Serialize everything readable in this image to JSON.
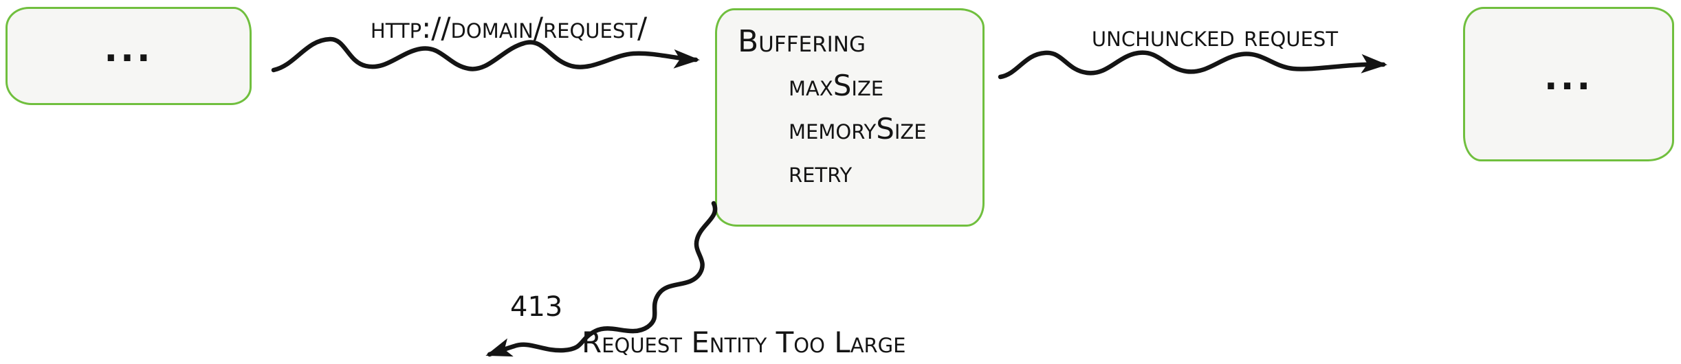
{
  "colors": {
    "box_stroke": "#70bf3e",
    "box_fill": "#f6f6f4",
    "ink": "#141414"
  },
  "nodes": {
    "left": {
      "label": "..."
    },
    "buffering": {
      "title": "Buffering",
      "items": [
        "maxSize",
        "memorySize",
        "retry"
      ]
    },
    "right": {
      "label": "..."
    }
  },
  "edges": {
    "request": {
      "label": "http://domain/request/"
    },
    "unchunked": {
      "label": "unchuncked request"
    },
    "error": {
      "code": "413",
      "text": "Request Entity Too Large"
    }
  }
}
